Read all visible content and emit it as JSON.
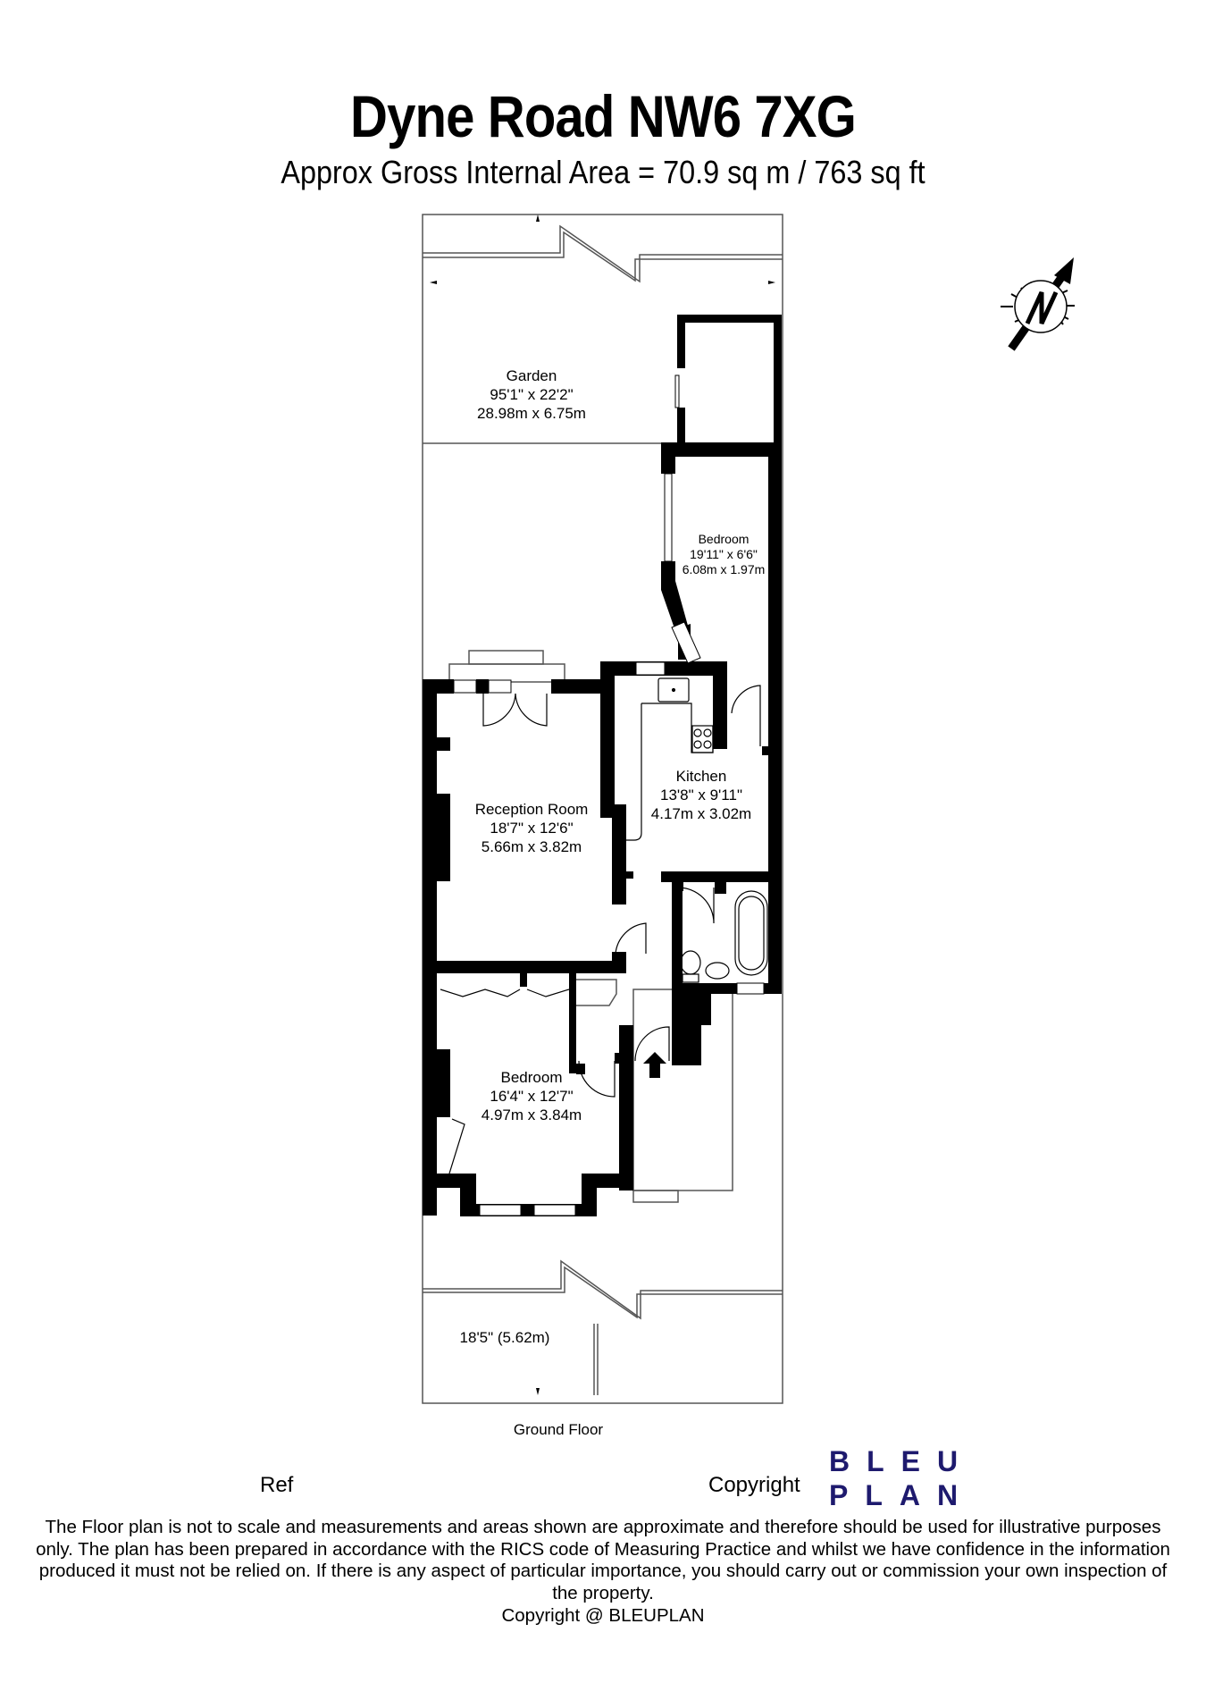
{
  "header": {
    "title": "Dyne Road NW6 7XG",
    "subtitle": "Approx Gross Internal Area = 70.9 sq m / 763 sq ft"
  },
  "compass": {
    "icon": "north-arrow-icon",
    "letter": "N"
  },
  "rooms": {
    "garden": {
      "name": "Garden",
      "imperial": "95'1\" x 22'2\"",
      "metric": "28.98m x 6.75m"
    },
    "bedroom_rear": {
      "name": "Bedroom",
      "imperial": "19'11\" x 6'6\"",
      "metric": "6.08m x 1.97m"
    },
    "kitchen": {
      "name": "Kitchen",
      "imperial": "13'8\" x 9'11\"",
      "metric": "4.17m x 3.02m"
    },
    "reception": {
      "name": "Reception Room",
      "imperial": "18'7\" x 12'6\"",
      "metric": "5.66m x 3.82m"
    },
    "bedroom_front": {
      "name": "Bedroom",
      "imperial": "16'4\" x 12'7\"",
      "metric": "4.97m x 3.84m"
    },
    "front_garden": {
      "dimension": "18'5\" (5.62m)"
    }
  },
  "floor_label": "Ground Floor",
  "footer": {
    "ref_label": "Ref",
    "copyright_label": "Copyright",
    "logo_line1": "BLEU",
    "logo_line2": "PLAN",
    "logo_color": "#1e1a6e",
    "disclaimer": "The Floor plan is not to scale and measurements and areas shown are approximate and therefore should be used for illustrative purposes only. The plan has been prepared in accordance with the RICS code of Measuring Practice and whilst we have confidence in the information produced it must not be relied on. If there is any aspect of particular importance, you should carry out or commission your own inspection of the property.",
    "copyright_line": "Copyright @ BLEUPLAN"
  }
}
